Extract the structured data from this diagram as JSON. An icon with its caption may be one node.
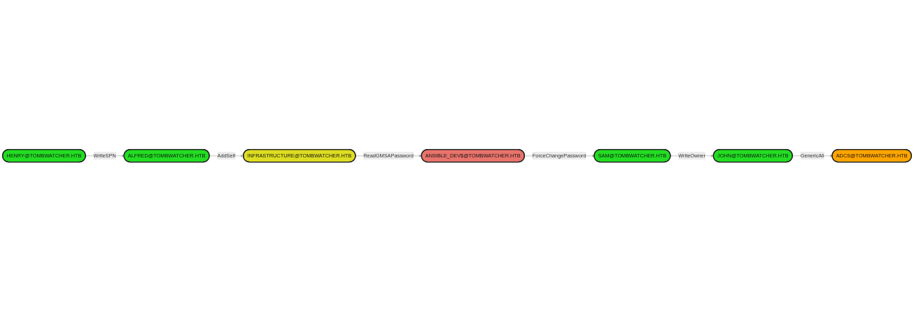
{
  "diagram": {
    "nodes": [
      {
        "text": [
          "HENRY@TOMBWATCHER.HTB"
        ]
      },
      {
        "text": [
          "ALFRED@TOMBWATCHER.HTB"
        ]
      },
      {
        "text": [
          "INFRASTRUCTURE@TOMBWATCHER.HTB"
        ]
      },
      {
        "text": [
          "ANSIBLE_DEV$@TOMBWATCHER.HTB"
        ]
      },
      {
        "text": [
          "SAM@TOMBWATCHER.HTB"
        ]
      },
      {
        "text": [
          "JOHN@TOMBWATCHER.HTB"
        ]
      },
      {
        "text": [
          "ADCS@TOMBWATCHER.HTB"
        ]
      }
    ],
    "edges": [
      {
        "from": 0,
        "to": 1,
        "label": "WriteSPN",
        "arrow": "to"
      },
      {
        "from": 1,
        "to": 2,
        "label": "AddSelf",
        "arrow": "to"
      },
      {
        "from": 2,
        "to": 3,
        "label": "ReadGMSAPassword",
        "arrow": "to"
      },
      {
        "from": 3,
        "to": 4,
        "label": "ForceChangePassword",
        "arrow": "to"
      },
      {
        "from": 4,
        "to": 5,
        "label": "WriteOwner",
        "arrow": "to"
      },
      {
        "from": 5,
        "to": 6,
        "label": "GenericAll",
        "arrow": "to"
      }
    ]
  }
}
